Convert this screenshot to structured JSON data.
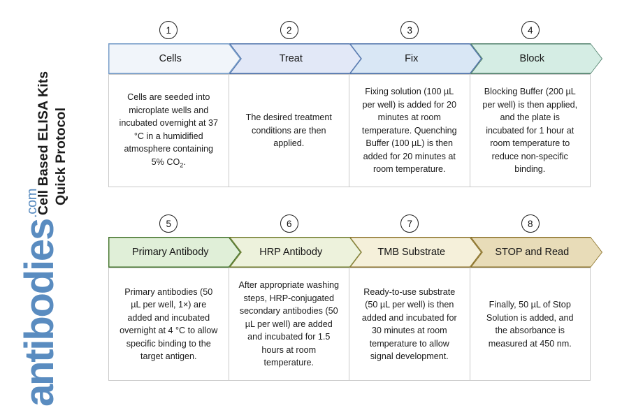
{
  "title": {
    "line1": "Cell Based ELISA Kits",
    "line2": "Quick Protocol"
  },
  "brand": {
    "name": "antibodies",
    "tld": ".com",
    "color": "#5a8cc0"
  },
  "rows": [
    {
      "name": "row-1",
      "steps": [
        {
          "number": "1",
          "label": "Cells",
          "fill": "#f1f5fa",
          "stroke": "#6f97c5",
          "description": "Cells are seeded into microplate wells and incubated overnight at 37 °C in a humidified atmosphere containing 5% CO₂."
        },
        {
          "number": "2",
          "label": "Treat",
          "fill": "#e2e8f7",
          "stroke": "#4a6fa8",
          "description": "The desired treatment conditions are then applied."
        },
        {
          "number": "3",
          "label": "Fix",
          "fill": "#d9e7f5",
          "stroke": "#4a6fa8",
          "description": "Fixing solution (100 µL per well) is added for 20 minutes at room temperature. Quenching Buffer (100 µL) is then added for 20 minutes at room temperature."
        },
        {
          "number": "4",
          "label": "Block",
          "fill": "#d5ede4",
          "stroke": "#4f7f6a",
          "description": "Blocking Buffer (200 µL per well) is then applied, and the plate is incubated for 1 hour at room temperature to reduce non-specific binding."
        }
      ]
    },
    {
      "name": "row-2",
      "steps": [
        {
          "number": "5",
          "label": "Primary Antibody",
          "fill": "#e0efd8",
          "stroke": "#3f7027",
          "description": "Primary antibodies (50 µL per well, 1×) are added and incubated overnight at 4 °C to allow specific binding to the target antigen."
        },
        {
          "number": "6",
          "label": "HRP Antibody",
          "fill": "#edf2dc",
          "stroke": "#6e7a28",
          "description": "After appropriate washing steps, HRP-conjugated secondary antibodies (50 µL per well) are added and incubated for 1.5 hours at room temperature."
        },
        {
          "number": "7",
          "label": "TMB Substrate",
          "fill": "#f5f0da",
          "stroke": "#8a7128",
          "description": "Ready-to-use substrate (50 µL per well) is then added and incubated for 30 minutes at room temperature to allow signal development."
        },
        {
          "number": "8",
          "label": "STOP and Read",
          "fill": "#e8dcb8",
          "stroke": "#8a7128",
          "description": "Finally, 50 µL of Stop Solution is added, and the absorbance is measured at 450 nm."
        }
      ]
    }
  ]
}
